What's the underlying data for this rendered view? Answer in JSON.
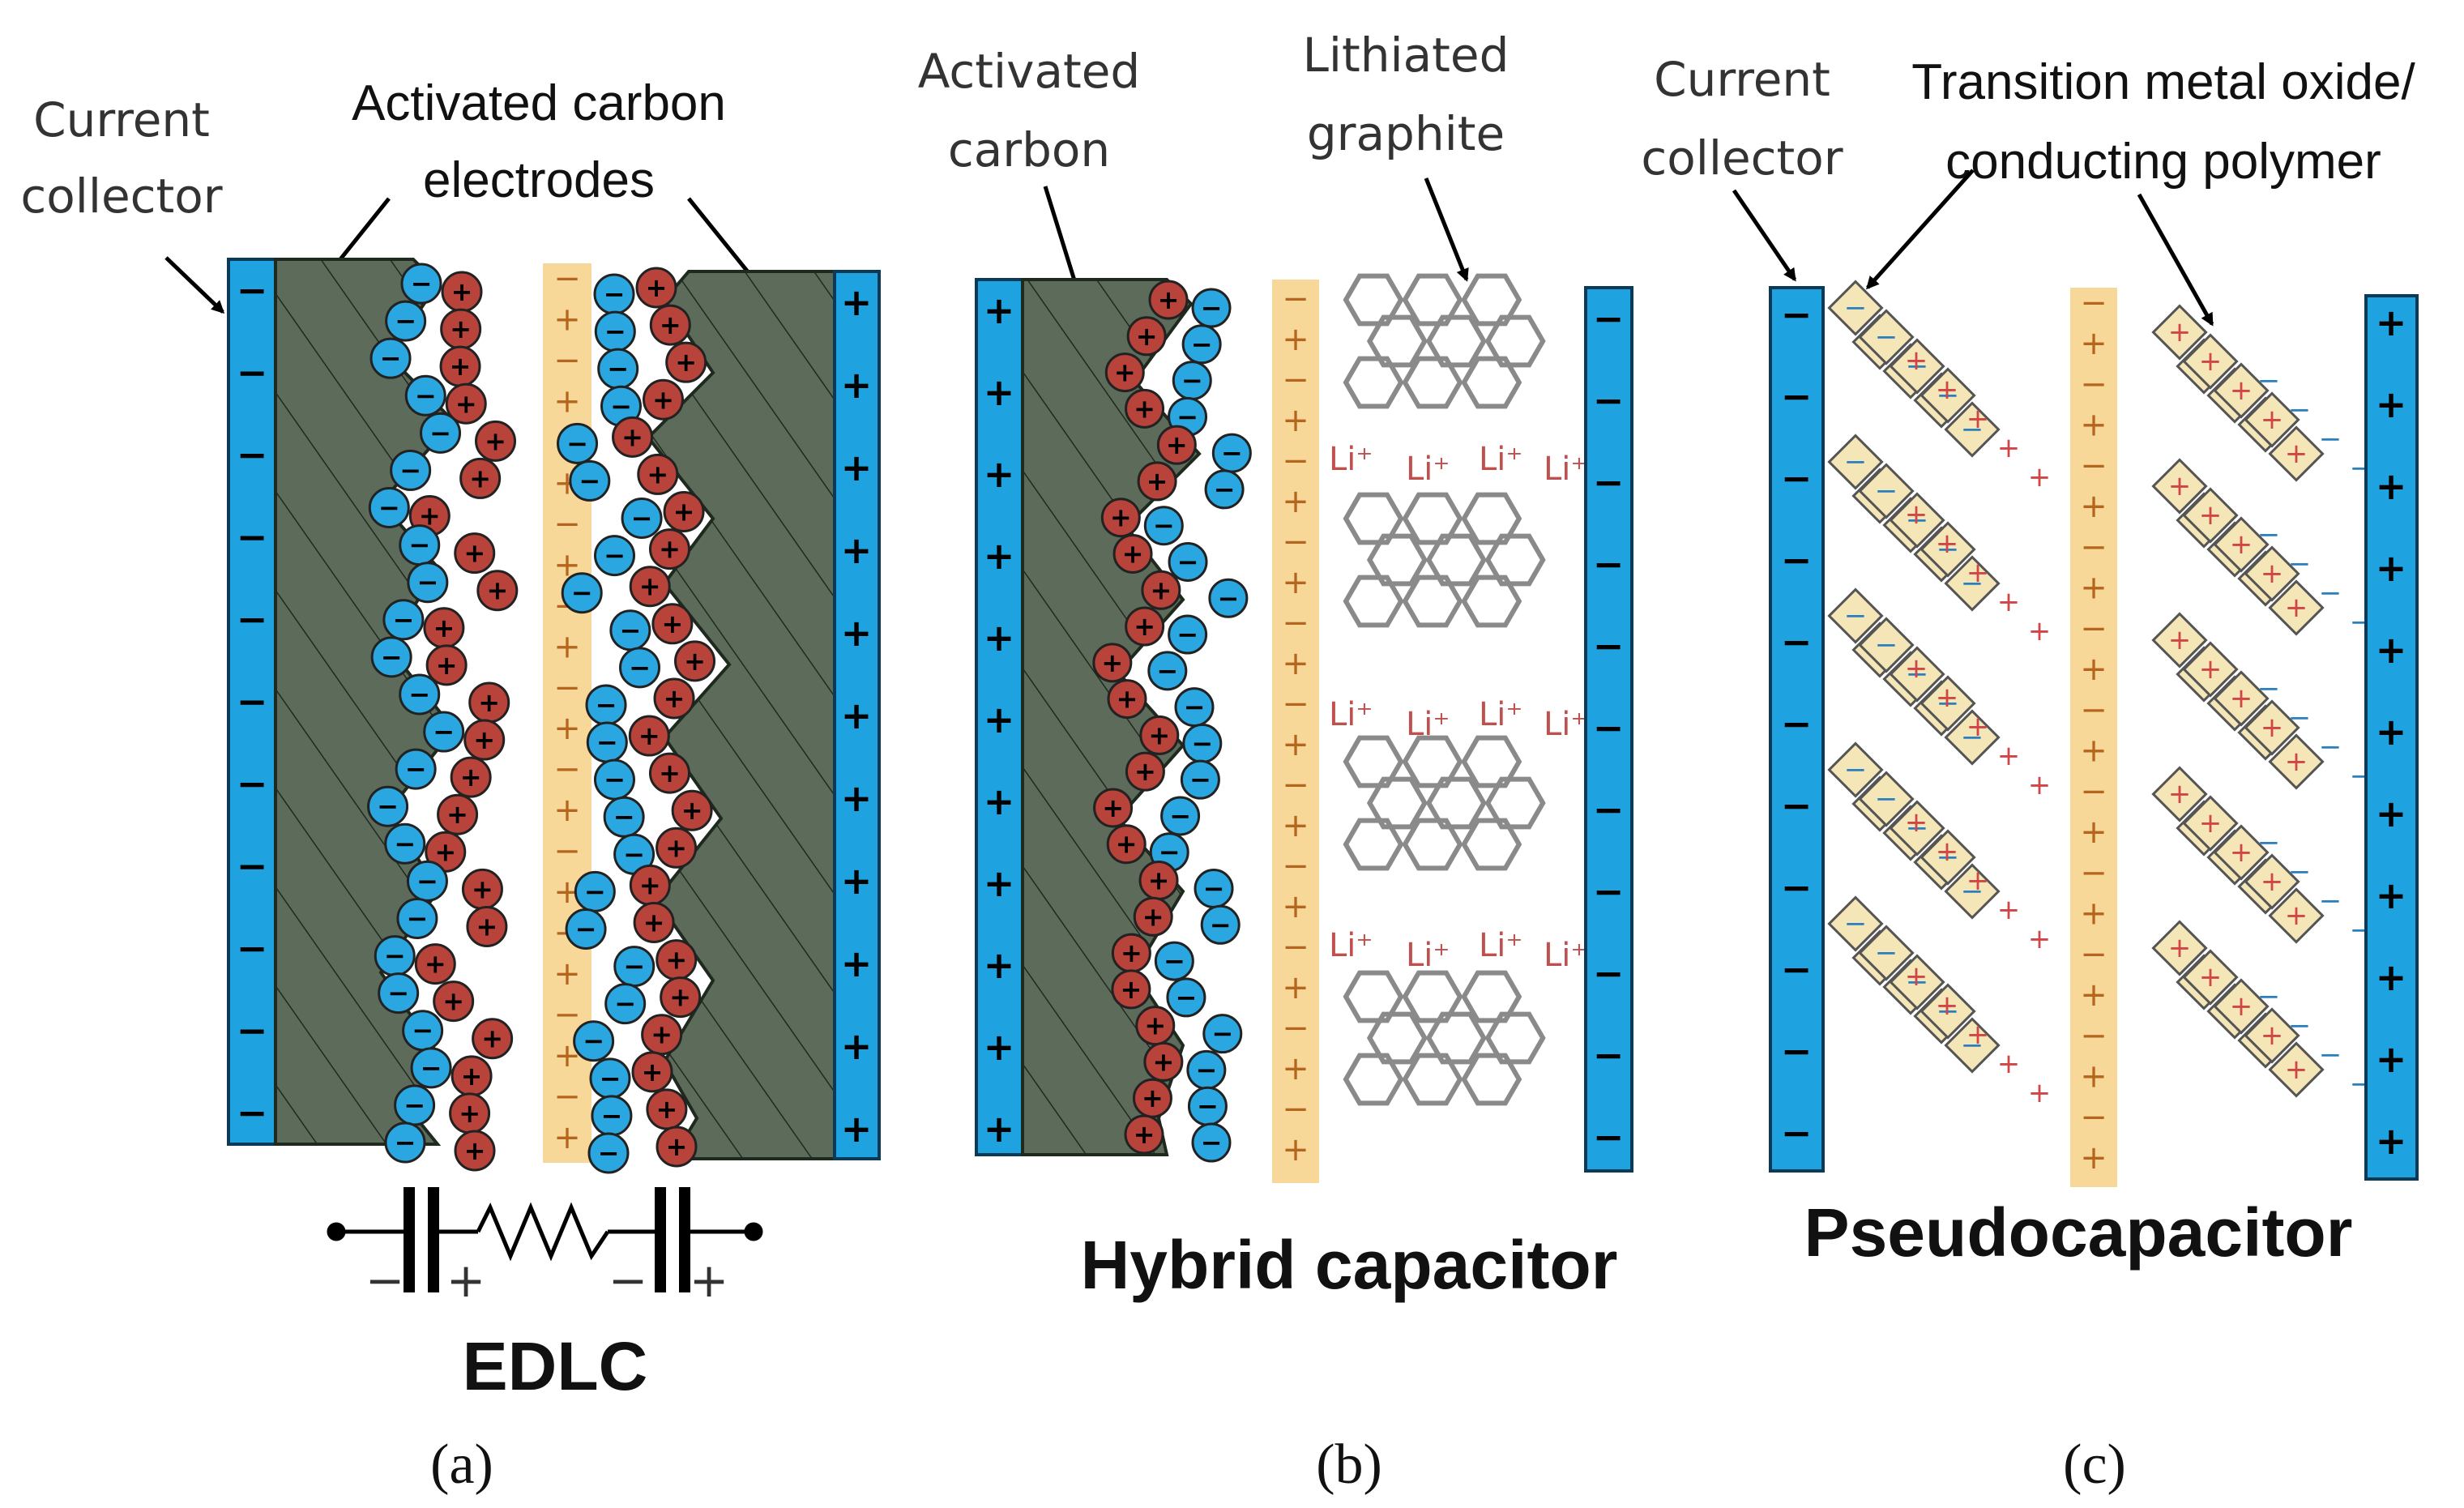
{
  "panels": [
    {
      "letter": "(a)",
      "title": "EDLC",
      "labels": {
        "current_collector": [
          "Current",
          "collector"
        ],
        "electrodes": [
          "Activated carbon",
          "electrodes"
        ]
      },
      "circuit_signs": [
        "−",
        "+",
        "−",
        "+"
      ]
    },
    {
      "letter": "(b)",
      "title": "Hybrid capacitor",
      "labels": {
        "activated_carbon": [
          "Activated",
          "carbon"
        ],
        "lithiated_graphite": [
          "Lithiated",
          "graphite"
        ]
      },
      "li_ion": "Li⁺"
    },
    {
      "letter": "(c)",
      "title": "Pseudocapacitor",
      "labels": {
        "current_collector": [
          "Current",
          "collector"
        ],
        "active_material": [
          "Transition metal oxide/",
          "conducting polymer"
        ]
      }
    }
  ],
  "colors": {
    "collector": "#1fa3e0",
    "carbon": "#5d6b5a",
    "separator": "#f8d899",
    "cation": "#b8433a",
    "anion": "#2aa7e0",
    "graphite": "#8a8a8a",
    "oxide": "#f5e6b8"
  },
  "icons": [
    "current-collector",
    "electrolyte-separator",
    "cation",
    "anion",
    "graphite-hexagon",
    "oxide-diamond",
    "capacitor-symbol",
    "resistor-symbol",
    "arrow"
  ]
}
